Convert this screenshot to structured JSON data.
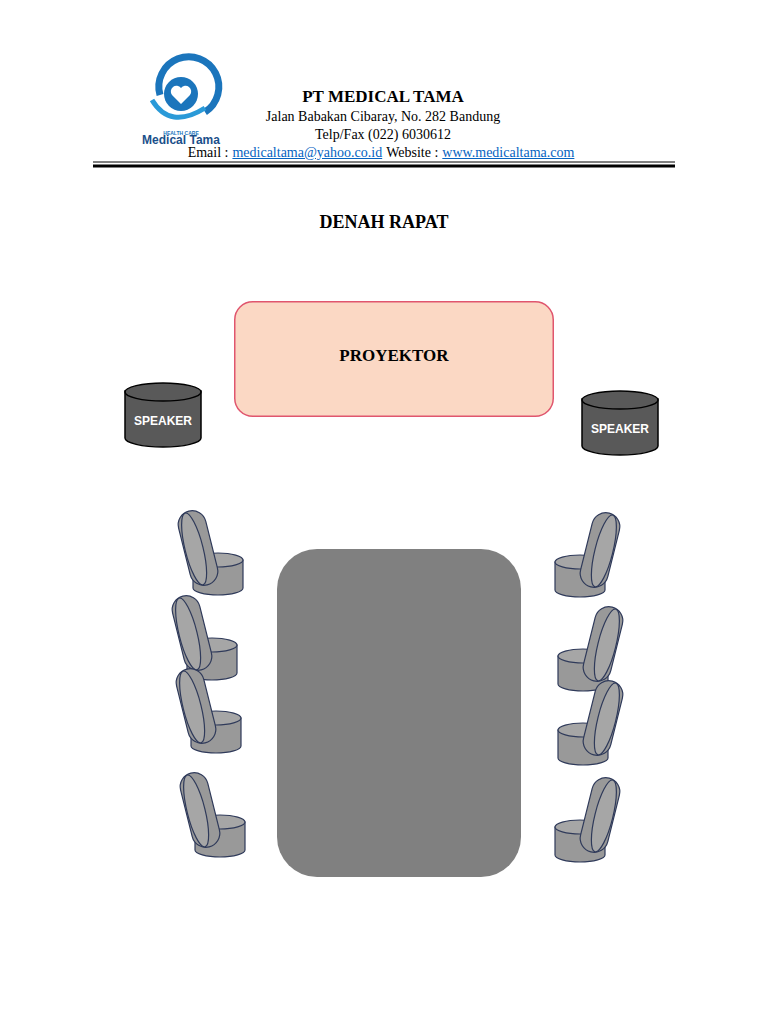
{
  "diagram": {
    "title": "DENAH RAPAT",
    "nodes": [
      {
        "text": [
          "PROYEKTOR"
        ]
      },
      {
        "text": [
          "SPEAKER"
        ]
      },
      {
        "text": [
          "SPEAKER"
        ]
      }
    ],
    "labels": [
      "HEALTH CARE",
      "Medical Tama",
      "PT MEDICAL TAMA",
      "Jalan Babakan Cibaray, No. 282 Bandung",
      "Telp/Fax (022) 6030612",
      "Email :",
      "medicaltama@yahoo.co.id",
      "Website :",
      "www.medicaltama.com"
    ]
  }
}
